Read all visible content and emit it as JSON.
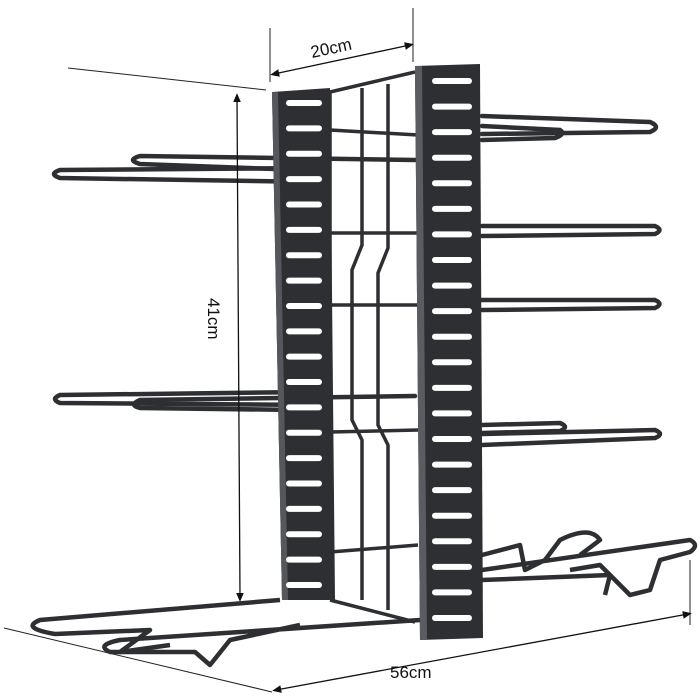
{
  "product": {
    "dimensions": {
      "width_label": "20cm",
      "height_label": "41cm",
      "length_label": "56cm"
    },
    "colors": {
      "frame": "#2e2f33",
      "frame_highlight": "#5a5c62",
      "slot": "#ffffff",
      "dimension_line": "#111111"
    }
  }
}
